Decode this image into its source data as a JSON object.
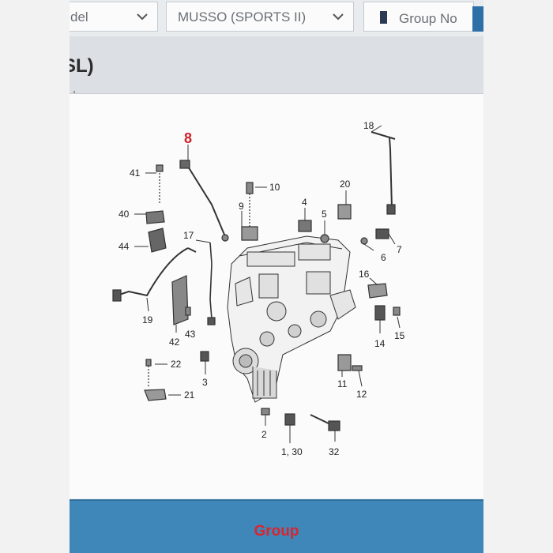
{
  "toolbar": {
    "model_select": {
      "label": "del"
    },
    "vehicle_select": {
      "label": "MUSSO (SPORTS II)"
    },
    "group_select": {
      "label": "Group No"
    }
  },
  "page": {
    "title": "SL)",
    "subtitle": ","
  },
  "diagram": {
    "highlighted": "8",
    "callouts": [
      "18",
      "41",
      "10",
      "20",
      "9",
      "4",
      "5",
      "40",
      "17",
      "7",
      "44",
      "6",
      "16",
      "19",
      "42",
      "43",
      "14",
      "15",
      "22",
      "3",
      "11",
      "12",
      "21",
      "2",
      "1, 30",
      "32"
    ]
  },
  "bottom": {
    "tab_label": "Group"
  },
  "colors": {
    "accent": "#3f87b9",
    "highlight": "#d0202a",
    "group_label": "#d7262f"
  }
}
